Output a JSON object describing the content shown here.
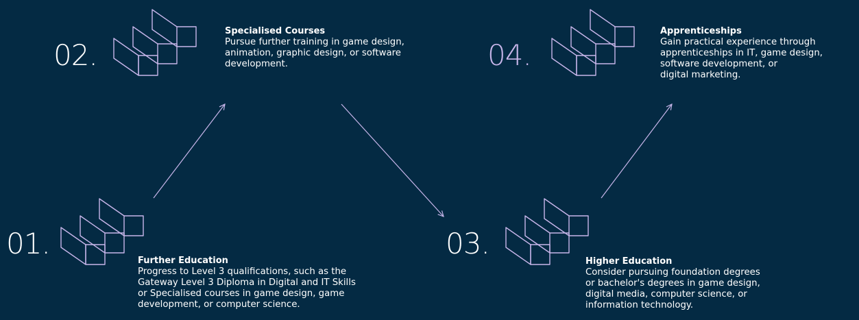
{
  "colors": {
    "background": "#042a43",
    "accent": "#c8b6ea",
    "text": "#ffffff"
  },
  "steps": [
    {
      "number": "01.",
      "title": "Further Education",
      "body": "Progress to Level 3 qualifications, such as the\nGateway Level 3 Diploma in Digital and IT Skills\nor Specialised courses in game design, game\ndevelopment, or computer science.",
      "icon": "stairs-icon"
    },
    {
      "number": "02.",
      "title": "Specialised Courses",
      "body": "Pursue further training in game design,\nanimation, graphic design, or software\ndevelopment.",
      "icon": "stairs-icon"
    },
    {
      "number": "03.",
      "title": "Higher Education",
      "body": "Consider pursuing foundation degrees\nor bachelor's degrees in game design,\ndigital media, computer science, or\ninformation technology.",
      "icon": "stairs-icon"
    },
    {
      "number": "04.",
      "title": "Apprenticeships",
      "body": "Gain practical experience through\napprenticeships in IT, game design,\nsoftware development, or\ndigital marketing.",
      "icon": "stairs-icon"
    }
  ]
}
